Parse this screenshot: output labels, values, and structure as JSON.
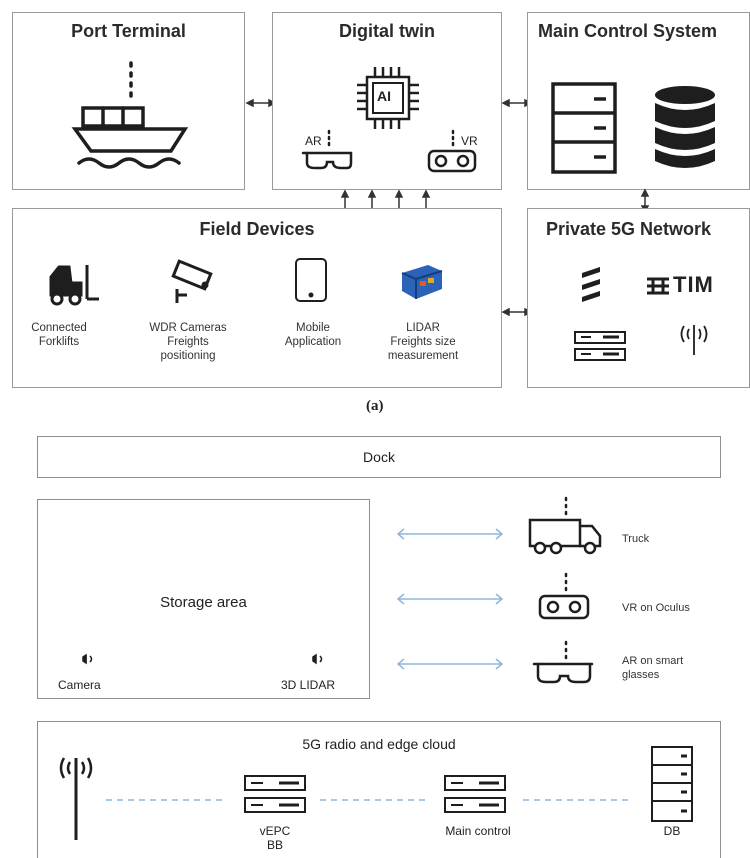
{
  "part_a": {
    "port_terminal": {
      "title": "Port Terminal"
    },
    "digital_twin": {
      "title": "Digital twin",
      "ai_label": "AI",
      "ar_label": "AR",
      "vr_label": "VR"
    },
    "main_control_system": {
      "title": "Main Control System"
    },
    "field_devices": {
      "title": "Field Devices",
      "items": [
        {
          "line1": "Connected",
          "line2": "Forklifts",
          "icon": "forklift-icon"
        },
        {
          "line1": "WDR Cameras",
          "line2": "Freights",
          "line3": "positioning",
          "icon": "camera-icon"
        },
        {
          "line1": "Mobile",
          "line2": "Application",
          "icon": "tablet-icon"
        },
        {
          "line1": "LIDAR",
          "line2": "Freights size",
          "line3": "measurement",
          "icon": "lidar-icon"
        }
      ]
    },
    "private_5g": {
      "title": "Private 5G Network",
      "tim_label": "TIM"
    },
    "caption": "(a)"
  },
  "part_b": {
    "dock": {
      "label": "Dock"
    },
    "storage": {
      "label": "Storage area",
      "camera_label": "Camera",
      "lidar_label": "3D LIDAR"
    },
    "devices": [
      {
        "label1": "Truck",
        "label2": "",
        "icon": "truck-icon"
      },
      {
        "label1": "VR on Oculus",
        "label2": "",
        "icon": "vr-headset-icon"
      },
      {
        "label1": "AR on smart",
        "label2": "glasses",
        "icon": "ar-glasses-icon"
      }
    ],
    "radio": {
      "title": "5G radio and edge cloud",
      "vepc_label1": "vEPC",
      "vepc_label2": "BB",
      "main_control_label": "Main control",
      "db_label": "DB"
    }
  },
  "colors": {
    "border": "#9a9a9a",
    "arrow_blue": "#8fb6dc",
    "icon": "#1e1e1e"
  }
}
